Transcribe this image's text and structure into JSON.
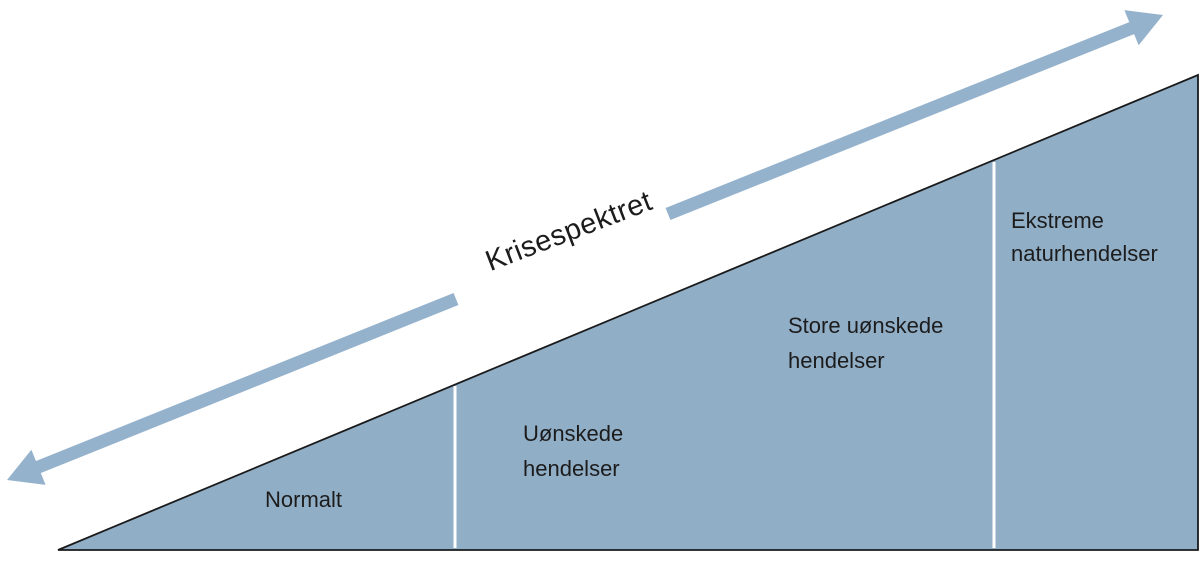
{
  "diagram": {
    "arrow_label": "Krisespektret",
    "sections": [
      {
        "line1": "Normalt"
      },
      {
        "line1": "Uønskede",
        "line2": "hendelser"
      },
      {
        "line1": "Store uønskede",
        "line2": "hendelser"
      },
      {
        "line1": "Ekstreme",
        "line2": "naturhendelser"
      }
    ]
  },
  "colors": {
    "triangle_fill": "#91aec7",
    "triangle_outline": "#1a1a1a",
    "arrow_fill": "#95b2cd",
    "divider": "#ffffff",
    "text": "#1c1c1c"
  }
}
